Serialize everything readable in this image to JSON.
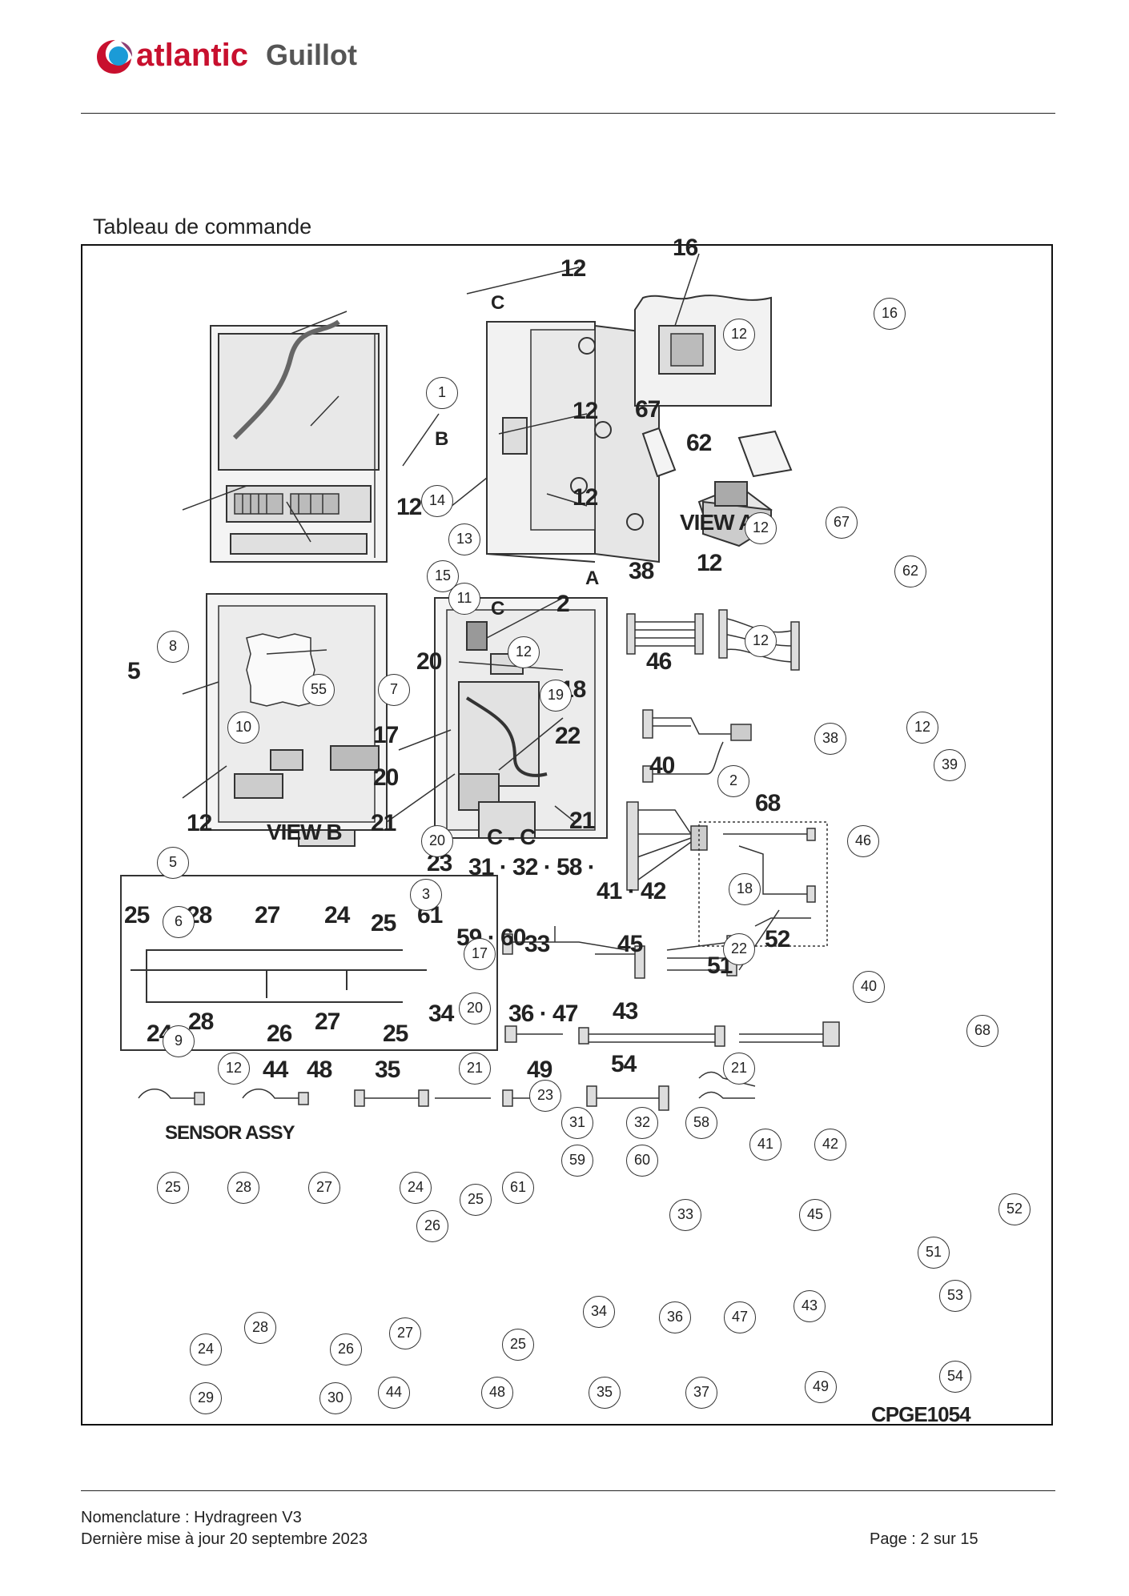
{
  "brand": {
    "word1": "atlantic",
    "word2": "Guillot",
    "colors": {
      "primary": "#c8102e",
      "accent": "#1b9bd7",
      "text": "#555555"
    }
  },
  "section_title": "Tableau de commande",
  "diagram": {
    "view_labels": [
      "VIEW A",
      "VIEW B",
      "C - C"
    ],
    "section_markers": [
      "C",
      "C",
      "B",
      "A"
    ],
    "sensor_assy_title": "SENSOR ASSY",
    "drawing_code": "CPGE1054",
    "callouts": [
      "12",
      "16",
      "1",
      "14",
      "12",
      "13",
      "67",
      "62",
      "15",
      "11",
      "12",
      "12",
      "8",
      "55",
      "7",
      "19",
      "12",
      "10",
      "38",
      "39",
      "2",
      "20",
      "46",
      "5",
      "3",
      "18",
      "6",
      "17",
      "22",
      "40",
      "20",
      "9",
      "12",
      "21",
      "21",
      "68",
      "23",
      "31",
      "32",
      "58",
      "41",
      "42",
      "59",
      "60",
      "25",
      "28",
      "27",
      "24",
      "25",
      "61",
      "26",
      "33",
      "45",
      "52",
      "51",
      "53",
      "34",
      "36",
      "47",
      "43",
      "28",
      "24",
      "26",
      "27",
      "25",
      "29",
      "30",
      "44",
      "48",
      "35",
      "37",
      "49",
      "54"
    ],
    "part_numbers": [
      "1",
      "16",
      "12",
      "12",
      "67",
      "62",
      "12",
      "12",
      "12",
      "38",
      "39",
      "12",
      "12",
      "2",
      "20",
      "46",
      "5",
      "2",
      "18",
      "6",
      "17",
      "22",
      "40",
      "20",
      "9",
      "12",
      "21",
      "21",
      "68",
      "23",
      "31 · 32 · 58 ·",
      "59 · 60",
      "41 · 42",
      "25",
      "28",
      "27",
      "24",
      "25",
      "61",
      "33",
      "45",
      "52",
      "51",
      "53",
      "34",
      "36 · 47",
      "43",
      "24",
      "28",
      "26",
      "27",
      "25",
      "29",
      "30",
      "44",
      "48",
      "35",
      "37",
      "49",
      "54"
    ]
  },
  "footer": {
    "line1": "Nomenclature : Hydragreen V3",
    "line2": "Dernière mise à jour 20 septembre 2023",
    "page": "Page : 2 sur 15"
  }
}
